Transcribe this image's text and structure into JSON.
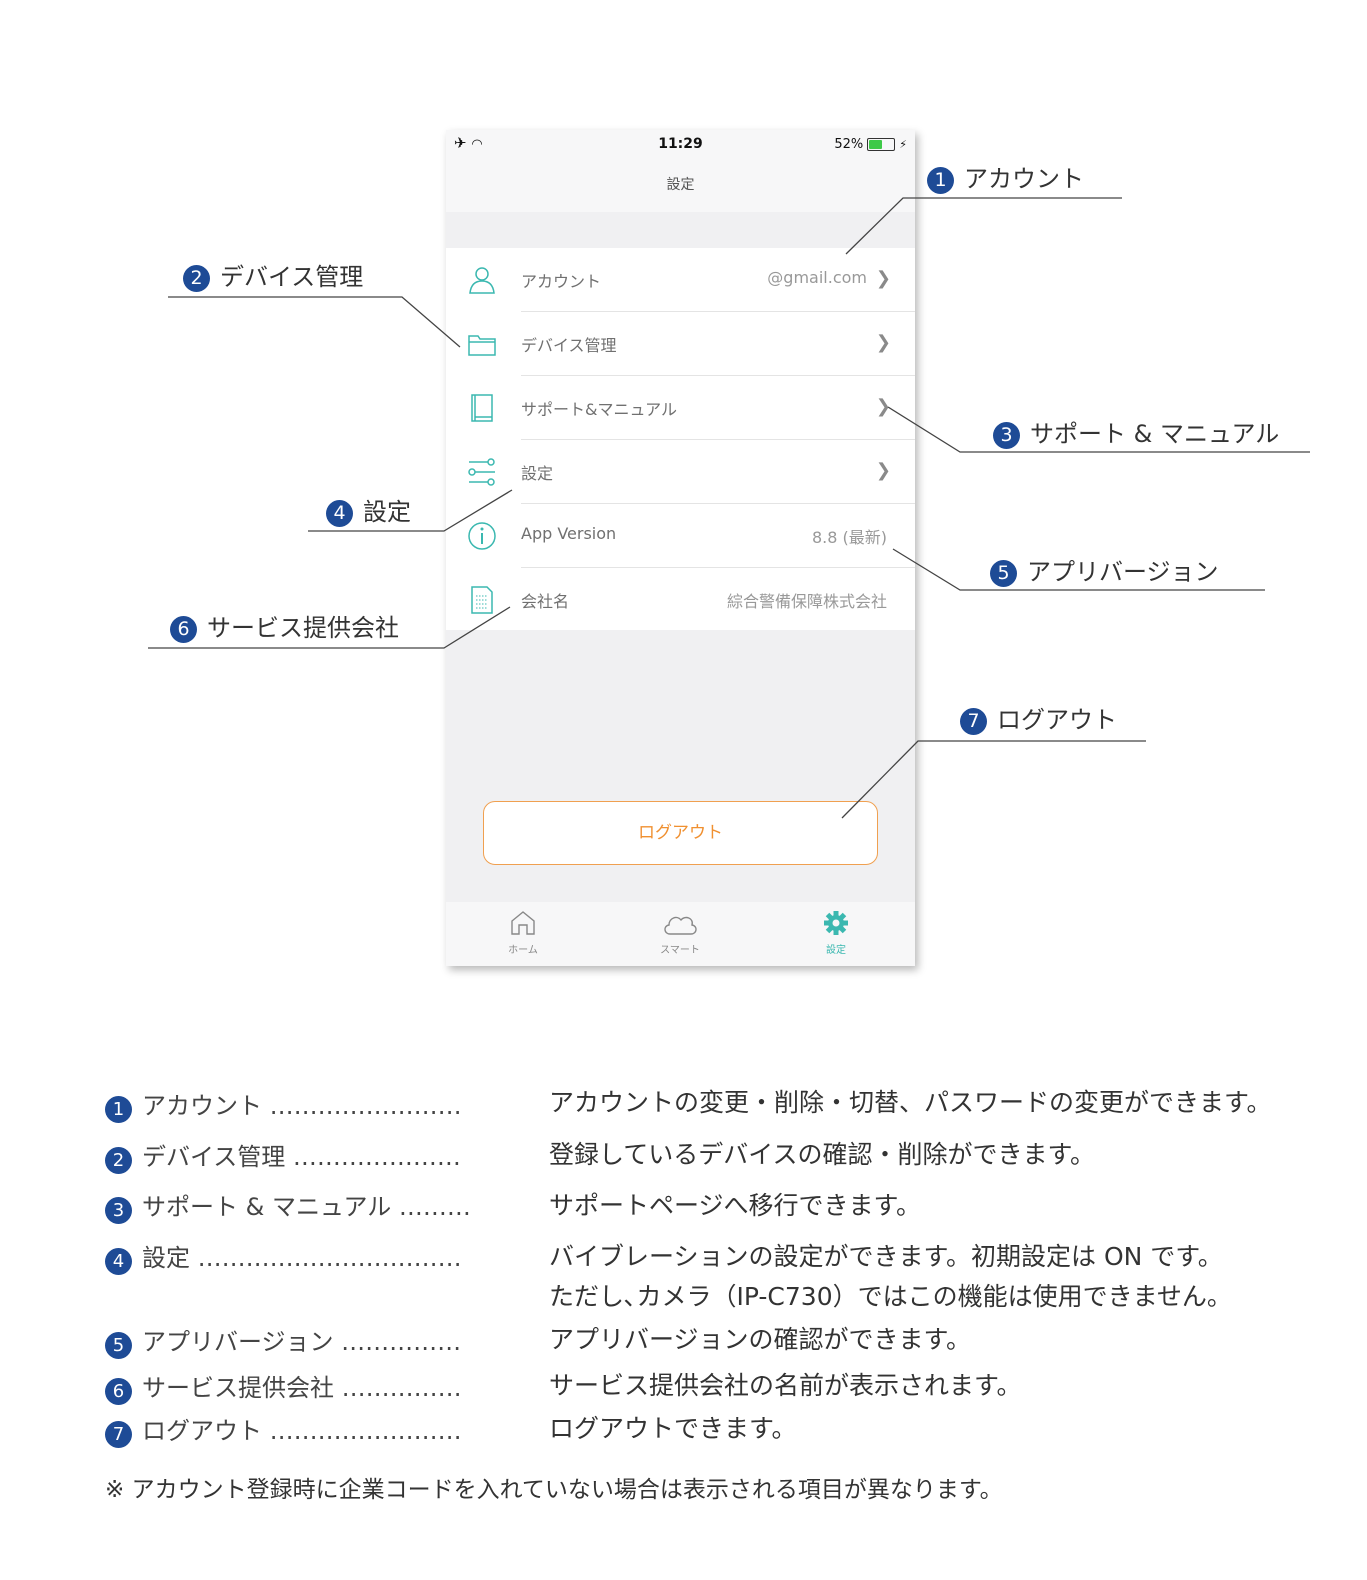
{
  "status": {
    "time": "11:29",
    "battery": "52%",
    "battery_level": 0.52
  },
  "nav": {
    "title": "設定"
  },
  "rows": [
    {
      "label": "アカウント",
      "value": "@gmail.com",
      "chevron": true,
      "icon": "user-icon"
    },
    {
      "label": "デバイス管理",
      "value": "",
      "chevron": true,
      "icon": "folder-icon"
    },
    {
      "label": "サポート&マニュアル",
      "value": "",
      "chevron": true,
      "icon": "book-icon"
    },
    {
      "label": "設定",
      "value": "",
      "chevron": true,
      "icon": "sliders-icon"
    },
    {
      "label": "App Version",
      "value": "8.8 (最新)",
      "chevron": false,
      "icon": "info-icon"
    },
    {
      "label": "会社名",
      "value": "綜合警備保障株式会社",
      "chevron": false,
      "icon": "document-icon"
    }
  ],
  "logout": {
    "label": "ログアウト"
  },
  "tabs": [
    {
      "label": "ホーム",
      "icon": "home-icon"
    },
    {
      "label": "スマート",
      "icon": "cloud-icon"
    },
    {
      "label": "設定",
      "icon": "gear-icon"
    }
  ],
  "callouts": [
    {
      "num": "1",
      "label": "アカウント"
    },
    {
      "num": "2",
      "label": "デバイス管理"
    },
    {
      "num": "3",
      "label": "サポート & マニュアル"
    },
    {
      "num": "4",
      "label": "設定"
    },
    {
      "num": "5",
      "label": "アプリバージョン"
    },
    {
      "num": "6",
      "label": "サービス提供会社"
    },
    {
      "num": "7",
      "label": "ログアウト"
    }
  ],
  "legend": [
    {
      "num": "1",
      "label": "アカウント ……………………",
      "desc": "アカウントの変更・削除・切替、パスワードの変更ができます。"
    },
    {
      "num": "2",
      "label": "デバイス管理 …………………",
      "desc": "登録しているデバイスの確認・削除ができます。"
    },
    {
      "num": "3",
      "label": "サポート & マニュアル ………",
      "desc": "サポートページへ移行できます。"
    },
    {
      "num": "4",
      "label": "設定 ……………………………",
      "desc": "バイブレーションの設定ができます。初期設定は ON です。",
      "desc2": "ただし､カメラ（IP-C730）ではこの機能は使用できません。"
    },
    {
      "num": "5",
      "label": "アプリバージョン ……………",
      "desc": "アプリバージョンの確認ができます。"
    },
    {
      "num": "6",
      "label": "サービス提供会社 ……………",
      "desc": "サービス提供会社の名前が表示されます。"
    },
    {
      "num": "7",
      "label": "ログアウト ……………………",
      "desc": "ログアウトできます。"
    }
  ],
  "note": "※ アカウント登録時に企業コードを入れていない場合は表示される項目が異なります。",
  "colors": {
    "accent": "#3bb8b0",
    "logout": "#f09030",
    "badge": "#1e4b96"
  }
}
